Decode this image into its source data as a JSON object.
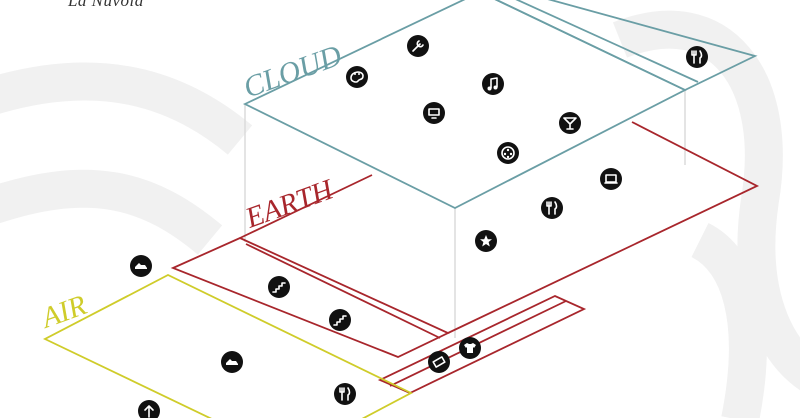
{
  "title": "“La Nuvola”",
  "levels": {
    "cloud": {
      "label": "CLOUD",
      "color": "#6a9ea5"
    },
    "earth": {
      "label": "EARTH",
      "color": "#a8262c"
    },
    "air": {
      "label": "AIR",
      "color": "#cfcc2a"
    }
  },
  "edge_color": "#d9d9d9",
  "icon_color": "#111111",
  "icons": {
    "cloud": [
      "palette-icon",
      "wrench-icon",
      "music-note-icon",
      "fork-knife-icon",
      "monitor-icon",
      "cocktail-glass-icon",
      "film-reel-icon"
    ],
    "earth": [
      "laptop-icon",
      "fork-knife-icon",
      "star-icon"
    ],
    "air": [
      "shoe-icon",
      "stairs-icon",
      "stairs-icon",
      "shoe-icon",
      "fork-knife-icon",
      "ticket-icon",
      "t-shirt-icon",
      "arrow-up-icon"
    ]
  }
}
